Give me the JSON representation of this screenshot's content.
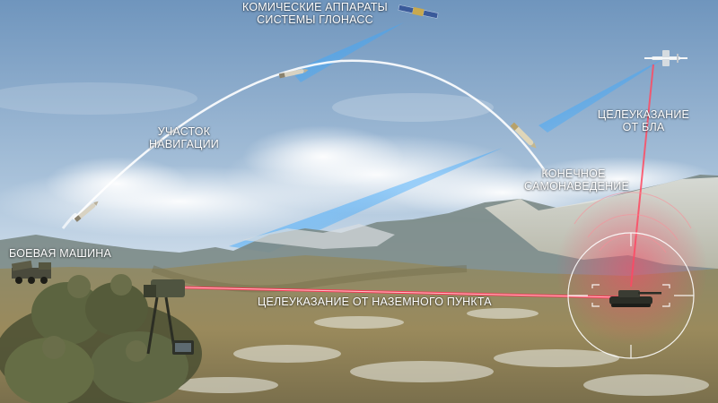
{
  "labels": {
    "satellites": {
      "line1": "КОМИЧЕСКИЕ АППАРАТЫ",
      "line2": "СИСТЕМЫ ГЛОНАСС"
    },
    "navigation": {
      "line1": "УЧАСТОК",
      "line2": "НАВИГАЦИИ"
    },
    "uav": {
      "line1": "ЦЕЛЕУКАЗАНИЕ",
      "line2": "ОТ БЛА"
    },
    "terminal": {
      "line1": "КОНЕЧНОЕ",
      "line2": "САМОНАВЕДЕНИЕ"
    },
    "vehicle": "БОЕВАЯ МАШИНА",
    "ground_point": "ЦЕЛЕУКАЗАНИЕ ОТ НАЗЕМНОГО ПУНКТА"
  },
  "colors": {
    "sky_top": "#6f95bd",
    "sky_horizon": "#dfe9f2",
    "beam": "#2e9ee8",
    "laser": "#ff3355",
    "trajectory": "#ffffff",
    "terrain": "#8a7d56"
  },
  "icons": [
    "satellite-icon",
    "missile-icon",
    "uav-drone-icon",
    "tank-target-icon",
    "launcher-vehicle-icon",
    "soldiers-group"
  ]
}
